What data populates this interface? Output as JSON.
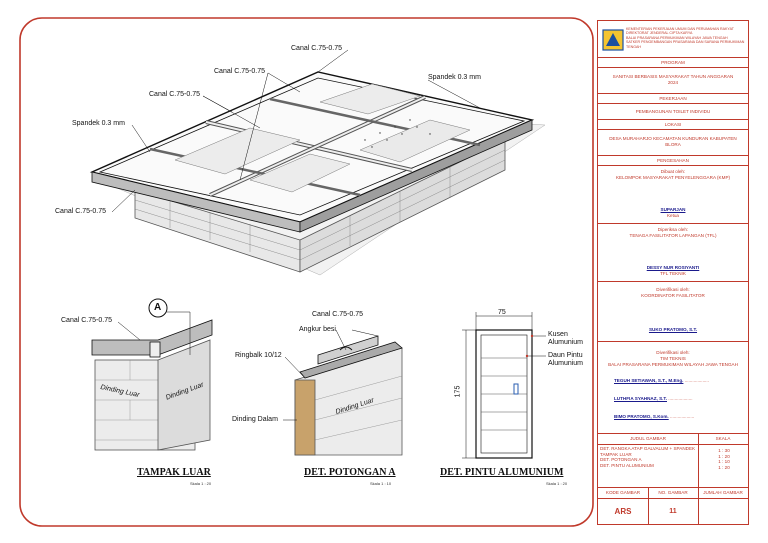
{
  "labels": {
    "canal_top": "Canal C.75-0.75",
    "canal_mid": "Canal C.75-0.75",
    "canal_left": "Canal C.75-0.75",
    "spandek_right": "Spandek 0.3 mm",
    "spandek_left": "Spandek 0.3 mm",
    "canal_bottom": "Canal C.75-0.75",
    "tampak_canal": "Canal C.75-0.75",
    "callout_a": "A",
    "dinding_luar_1": "Dinding Luar",
    "dinding_luar_2": "Dinding Luar",
    "pot_canal": "Canal C.75-0.75",
    "angkur": "Angkur besi",
    "ringbalk": "Ringbalk 10/12",
    "dinding_dalam": "Dinding Dalam",
    "pot_dinding_luar": "Dinding Luar",
    "pintu_75": "75",
    "pintu_175": "175",
    "kusen": "Kusen Alumunium",
    "daun": "Daun Pintu Alumunium"
  },
  "views": {
    "tampak_luar": "TAMPAK LUAR",
    "tampak_scale": "Skala 1 : 20",
    "potongan": "DET. POTONGAN A",
    "potongan_scale": "Skala 1 : 10",
    "pintu": "DET. PINTU ALUMUNIUM",
    "pintu_scale": "Skala 1 : 20"
  },
  "title_block": {
    "ministry_lines": [
      "KEMENTERIAN PEKERJAAN UMUM DAN PERUMAHAN RAKYAT",
      "DIREKTORAT JENDERAL CIPTA KARYA",
      "BALAI PRASARANA PERMUKIMAN WILAYAH JAWA TENGAH",
      "SATKER PENGEMBANGAN PRASARANA DAN SARANA PERMUKIMAN TENGAH"
    ],
    "program_hdr": "PROGRAM",
    "program": "SANITASI BERBASIS MASYARAKAT TAHUN ANGGARAN 2024",
    "pekerjaan_hdr": "PEKERJAAN",
    "pekerjaan": "PEMBANGUNAN TOILET INDIVIDU",
    "lokasi_hdr": "LOKASI",
    "lokasi": "DESA MURAHARJO KECAMATAN KUNDURAN KABUPATEN BLORA",
    "pengesahan_hdr": "PENGESAHAN",
    "dibuat": "Dibuat oleh:",
    "kmp": "KELOMPOK MASYARAKAT PENYELENGGARA (KMP)",
    "ketua_name": "SUPARJAN",
    "ketua_role": "Ketua",
    "diperiksa": "Diperiksa oleh:",
    "tfl": "TENAGA FASILITATOR LAPANGAN (TFL)",
    "tfl_name": "DESSY NUR ROSIYANTI",
    "tfl_role": "TFL TEKNIK",
    "diverifikasi": "Diverifikasi oleh:",
    "korfas": "KOORDINATOR FASILITATOR",
    "korfas_name": "SUKO PRATOMO, S.T.",
    "disetujui": "Diverifikasi oleh:",
    "tim_teknis": "TIM TEKNIS",
    "balai": "BALAI PRASARANA PERMUKIMAN WILAYAH JAWA TENGAH",
    "members": [
      "TEGUH SETIAWAN, S.T., M.Eng.",
      "LUTHFIA SYAHNAZ, S.T.",
      "BIMO PRATOMO, S.Kom."
    ],
    "judul_hdr": "JUDUL GAMBAR",
    "skala_hdr": "SKALA",
    "judul_items": [
      "DET. RANGKA ATAP GALVALUM + SPANDEK",
      "TAMPAK LUAR",
      "DET. POTONGAN A",
      "DET. PINTU ALUMUNIUM"
    ],
    "skala_items": [
      "1 : 30",
      "1 : 20",
      "1 : 10",
      "1 : 20"
    ],
    "kode_hdr": "KODE GAMBAR",
    "no_hdr": "NO. GAMBAR",
    "jumlah_hdr": "JUMLAH GAMBAR",
    "kode": "ARS",
    "no": "11"
  },
  "colors": {
    "frame": "#c0392b",
    "accent": "#c0392b",
    "sign": "#1a1a8c"
  }
}
